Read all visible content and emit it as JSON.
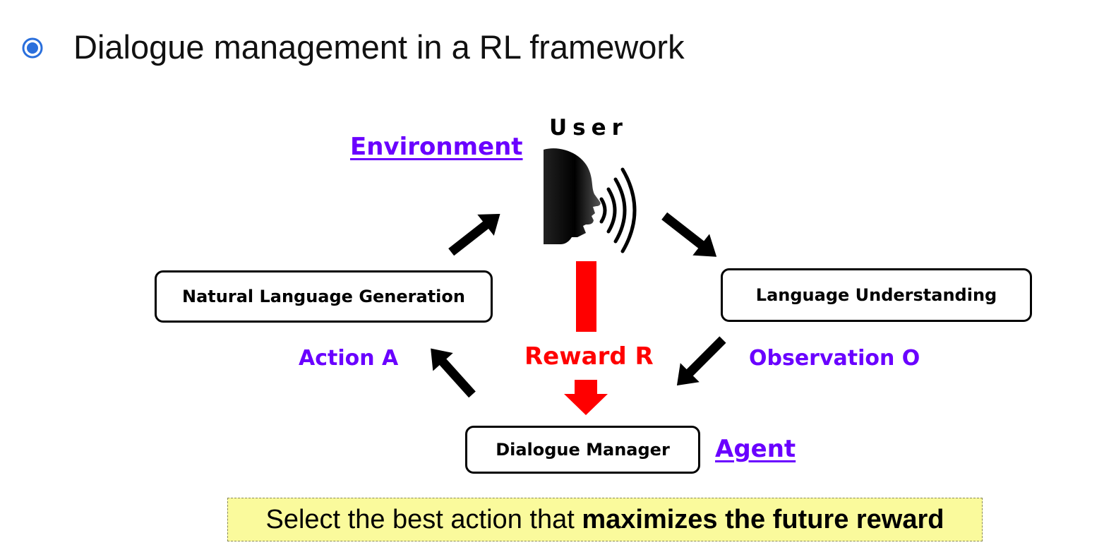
{
  "slide": {
    "title": "Dialogue management in a RL framework"
  },
  "diagram": {
    "environment_label": "Environment",
    "user_label": "User",
    "agent_label": "Agent",
    "nlg_box": "Natural Language Generation",
    "lu_box": "Language Understanding",
    "dm_box": "Dialogue Manager",
    "action_label": "Action A",
    "observation_label": "Observation O",
    "reward_label": "Reward R"
  },
  "callout": {
    "text_plain": "Select the best action that ",
    "text_bold": "maximizes the future reward"
  },
  "icons": {
    "bullet": "radio-bullet-icon",
    "speaker": "speaking-head-icon"
  },
  "colors": {
    "purple": "#6a00ff",
    "red": "#ff0000",
    "bullet_blue": "#2a6fdc",
    "callout_bg": "#fafa9c"
  }
}
